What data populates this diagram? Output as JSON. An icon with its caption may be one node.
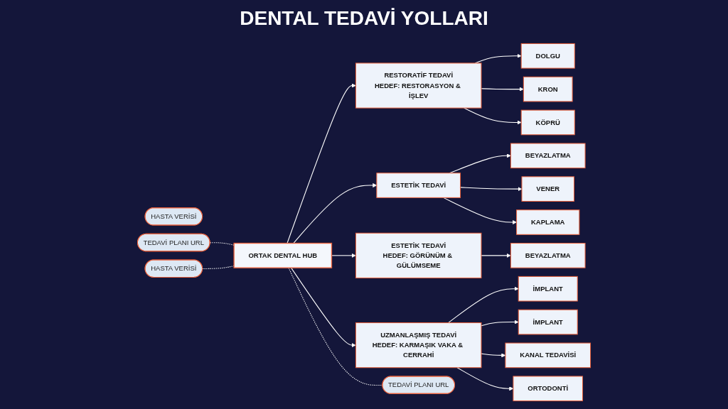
{
  "diagram": {
    "title": "DENTAL TEDAVİ YOLLARI",
    "nodes": [
      {
        "text": [
          "ORTAK DENTAL HUB"
        ]
      },
      {
        "text": [
          "RESTORATİF TEDAVİ",
          "HEDEF: RESTORASYON & İŞLEV"
        ]
      },
      {
        "text": [
          "DOLGU"
        ]
      },
      {
        "text": [
          "KRON"
        ]
      },
      {
        "text": [
          "KÖPRÜ"
        ]
      },
      {
        "text": [
          "ESTETİK TEDAVİ"
        ]
      },
      {
        "text": [
          "BEYAZLATMA"
        ]
      },
      {
        "text": [
          "VENER"
        ]
      },
      {
        "text": [
          "KAPLAMA"
        ]
      },
      {
        "text": [
          "ESTETİK TEDAVİ",
          "HEDEF: GÖRÜNÜM & GÜLÜMSEME"
        ]
      },
      {
        "text": [
          "BEYAZLATMA"
        ]
      },
      {
        "text": [
          "UZMANLAŞMIŞ TEDAVİ",
          "HEDEF: KARMAŞIK VAKA & CERRAHİ"
        ]
      },
      {
        "text": [
          "İMPLANT"
        ]
      },
      {
        "text": [
          "İMPLANT"
        ]
      },
      {
        "text": [
          "KANAL TEDAVİSİ"
        ]
      },
      {
        "text": [
          "ORTODONTİ"
        ]
      },
      {
        "text": [
          "HASTA VERİSİ"
        ]
      },
      {
        "text": [
          "TEDAVİ PLANI URL"
        ]
      },
      {
        "text": [
          "HASTA VERİSİ"
        ]
      },
      {
        "text": [
          "TEDAVİ PLANI URL"
        ]
      }
    ],
    "edges": [
      {
        "from": 0,
        "to": 1,
        "arrow": "to"
      },
      {
        "from": 0,
        "to": 5,
        "arrow": "to"
      },
      {
        "from": 1,
        "to": 2,
        "arrow": "to"
      },
      {
        "from": 1,
        "to": 3,
        "arrow": "to"
      },
      {
        "from": 1,
        "to": 4,
        "arrow": "to"
      },
      {
        "from": 5,
        "to": 6,
        "arrow": "to"
      },
      {
        "from": 5,
        "to": 7,
        "arrow": "to"
      },
      {
        "from": 5,
        "to": 8,
        "arrow": "to"
      },
      {
        "from": 0,
        "to": 9,
        "arrow": "to"
      },
      {
        "from": 9,
        "to": 10,
        "arrow": "to"
      },
      {
        "from": 0,
        "to": 11,
        "arrow": "to"
      },
      {
        "from": 11,
        "to": 12,
        "arrow": "to"
      },
      {
        "from": 11,
        "to": 13,
        "arrow": "to"
      },
      {
        "from": 11,
        "to": 14,
        "arrow": "to"
      },
      {
        "from": 11,
        "to": 15,
        "arrow": "to"
      },
      {
        "from": 17,
        "to": 0,
        "arrow": "none",
        "style": "dashed"
      },
      {
        "from": 18,
        "to": 0,
        "arrow": "none",
        "style": "dashed"
      },
      {
        "from": 0,
        "to": 19,
        "arrow": "none",
        "style": "dashed"
      }
    ]
  }
}
